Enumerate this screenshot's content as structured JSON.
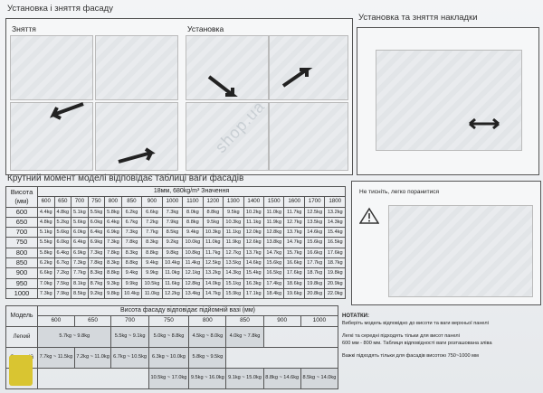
{
  "headings": {
    "install_facade": "Установка і зняття фасаду",
    "install_cover": "Установка та зняття накладки",
    "removal": "Зняття",
    "installation": "Установка",
    "torque_title": "Крутний момент моделі відповідає таблиці ваги фасадів",
    "push_warning": "Не тисніть, легко поранитися"
  },
  "weight_table": {
    "height_label": "Висота",
    "height_unit": "(мм)",
    "meta": "18мм, 680kg/m³   Значення",
    "widths": [
      "600",
      "650",
      "700",
      "750",
      "800",
      "850",
      "900",
      "1000",
      "1100",
      "1200",
      "1300",
      "1400",
      "1500",
      "1600",
      "1700",
      "1800"
    ],
    "rows": [
      {
        "h": "600",
        "v": [
          "4.4kg",
          "4.8kg",
          "5.1kg",
          "5.5kg",
          "5.8kg",
          "6.2kg",
          "6.6kg",
          "7.3kg",
          "8.0kg",
          "8.8kg",
          "9.5kg",
          "10.2kg",
          "11.0kg",
          "11.7kg",
          "12.5kg",
          "13.2kg"
        ]
      },
      {
        "h": "650",
        "v": [
          "4.8kg",
          "5.2kg",
          "5.6kg",
          "6.0kg",
          "6.4kg",
          "6.7kg",
          "7.2kg",
          "7.9kg",
          "8.8kg",
          "9.5kg",
          "10.3kg",
          "11.1kg",
          "11.9kg",
          "12.7kg",
          "13.5kg",
          "14.3kg"
        ]
      },
      {
        "h": "700",
        "v": [
          "5.1kg",
          "5.6kg",
          "6.0kg",
          "6.4kg",
          "6.9kg",
          "7.3kg",
          "7.7kg",
          "8.5kg",
          "9.4kg",
          "10.3kg",
          "11.1kg",
          "12.0kg",
          "12.8kg",
          "13.7kg",
          "14.6kg",
          "15.4kg"
        ]
      },
      {
        "h": "750",
        "v": [
          "5.5kg",
          "6.0kg",
          "6.4kg",
          "6.9kg",
          "7.3kg",
          "7.8kg",
          "8.3kg",
          "9.2kg",
          "10.0kg",
          "11.0kg",
          "11.9kg",
          "12.6kg",
          "13.8kg",
          "14.7kg",
          "15.6kg",
          "16.5kg"
        ]
      },
      {
        "h": "800",
        "v": [
          "5.8kg",
          "6.4kg",
          "6.9kg",
          "7.3kg",
          "7.8kg",
          "8.3kg",
          "8.8kg",
          "9.8kg",
          "10.8kg",
          "11.7kg",
          "12.7kg",
          "13.7kg",
          "14.7kg",
          "15.7kg",
          "16.6kg",
          "17.6kg"
        ]
      },
      {
        "h": "850",
        "v": [
          "6.2kg",
          "6.7kg",
          "7.3kg",
          "7.8kg",
          "8.3kg",
          "8.8kg",
          "9.4kg",
          "10.4kg",
          "11.4kg",
          "12.5kg",
          "13.5kg",
          "14.6kg",
          "15.6kg",
          "16.6kg",
          "17.7kg",
          "18.7kg"
        ]
      },
      {
        "h": "900",
        "v": [
          "6.6kg",
          "7.2kg",
          "7.7kg",
          "8.3kg",
          "8.8kg",
          "9.4kg",
          "9.9kg",
          "11.0kg",
          "12.1kg",
          "13.2kg",
          "14.3kg",
          "15.4kg",
          "16.5kg",
          "17.6kg",
          "18.7kg",
          "19.8kg"
        ]
      },
      {
        "h": "950",
        "v": [
          "7.0kg",
          "7.5kg",
          "8.1kg",
          "8.7kg",
          "9.3kg",
          "9.9kg",
          "10.5kg",
          "11.6kg",
          "12.8kg",
          "14.0kg",
          "15.1kg",
          "16.3kg",
          "17.4kg",
          "18.6kg",
          "19.8kg",
          "20.9kg"
        ]
      },
      {
        "h": "1000",
        "v": [
          "7.3kg",
          "7.9kg",
          "8.5kg",
          "9.2kg",
          "9.8kg",
          "10.4kg",
          "11.0kg",
          "12.2kg",
          "13.4kg",
          "14.7kg",
          "15.9kg",
          "17.1kg",
          "18.4kg",
          "19.6kg",
          "20.8kg",
          "22.0kg"
        ]
      }
    ]
  },
  "model_table": {
    "model_label": "Модель",
    "height_header": "Висота фасаду відповідає підйомній вазі  (мм)",
    "cols": [
      "600",
      "650",
      "700",
      "750",
      "800",
      "850",
      "900",
      "1000"
    ],
    "rows": [
      {
        "name": "Легкий",
        "ranges": [
          {
            "text": "5.7kg ~ 9.8kg",
            "span": 2
          },
          {
            "text": "5.5kg ~ 9.1kg",
            "span": 1
          },
          {
            "text": "5.0kg ~ 8.8kg",
            "span": 1
          },
          {
            "text": "4.5kg ~ 8.0kg",
            "span": 1
          },
          {
            "text": "4.0kg ~ 7.8kg",
            "span": 1
          },
          {
            "text": "",
            "span": 2
          }
        ]
      },
      {
        "name": "Середній",
        "ranges": [
          {
            "text": "7.7kg ~ 11.5kg",
            "span": 1
          },
          {
            "text": "7.2kg ~ 11.0kg",
            "span": 1
          },
          {
            "text": "6.7kg ~ 10.5kg",
            "span": 1
          },
          {
            "text": "6.3kg ~ 10.0kg",
            "span": 1
          },
          {
            "text": "5.8kg ~ 9.5kg",
            "span": 1
          },
          {
            "text": "",
            "span": 3
          }
        ]
      },
      {
        "name": "Важкий",
        "ranges": [
          {
            "text": "",
            "span": 3
          },
          {
            "text": "10.5kg ~ 17.0kg",
            "span": 1
          },
          {
            "text": "9.5kg ~ 16.0kg",
            "span": 1
          },
          {
            "text": "9.1kg ~ 15.0kg",
            "span": 1
          },
          {
            "text": "8.8kg ~ 14.6kg",
            "span": 1
          },
          {
            "text": "8.5kg ~ 14.0kg",
            "span": 1
          }
        ]
      }
    ]
  },
  "notes": {
    "title": "НОТАТКИ:",
    "lines": [
      "Виберіть модель відповідно до висоти та ваги верхньої панелі",
      "Легкі та середні підходять тільки для висот панелі",
      "600 мм - 800 мм. Таблиця відповідності ваги розташована зліва",
      "Важкі підходять тільки для фасадів висотою 750~1000 мм"
    ]
  },
  "watermark": "shop.ua"
}
